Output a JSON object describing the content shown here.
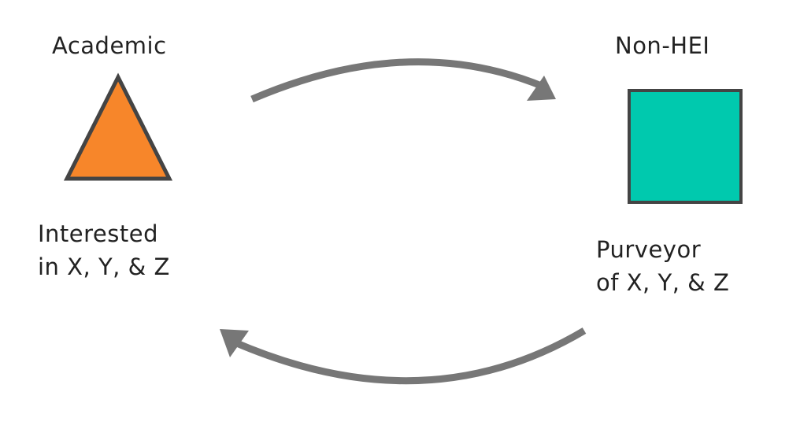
{
  "left_node": {
    "title": "Academic",
    "description_lines": [
      "Interested",
      "in X, Y, & Z"
    ],
    "shape": "triangle",
    "fill_color": "#F7862A"
  },
  "right_node": {
    "title": "Non-HEI",
    "description_lines": [
      "Purveyor",
      "of X, Y, & Z"
    ],
    "shape": "square",
    "fill_color": "#00C9AE"
  },
  "colors": {
    "outline": "#444444",
    "arrow": "#777777",
    "text": "#222222"
  },
  "arrows": [
    {
      "from": "left_node",
      "to": "right_node",
      "icon": "curved-arrow-right"
    },
    {
      "from": "right_node",
      "to": "left_node",
      "icon": "curved-arrow-left"
    }
  ]
}
